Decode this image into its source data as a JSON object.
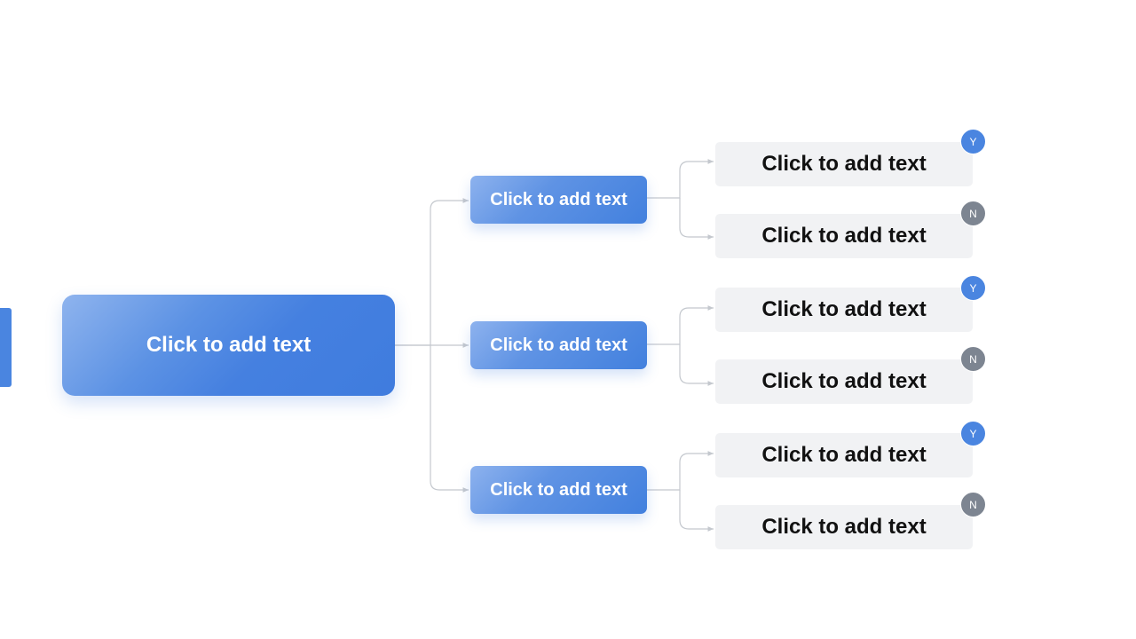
{
  "diagram": {
    "root": {
      "label": "Click to add text"
    },
    "branches": [
      {
        "label": "Click to add text",
        "leaves": [
          {
            "label": "Click to add text",
            "badge": "Y"
          },
          {
            "label": "Click to add text",
            "badge": "N"
          }
        ]
      },
      {
        "label": "Click to add text",
        "leaves": [
          {
            "label": "Click to add text",
            "badge": "Y"
          },
          {
            "label": "Click to add text",
            "badge": "N"
          }
        ]
      },
      {
        "label": "Click to add text",
        "leaves": [
          {
            "label": "Click to add text",
            "badge": "Y"
          },
          {
            "label": "Click to add text",
            "badge": "N"
          }
        ]
      }
    ]
  },
  "colors": {
    "accent": "#4a85e0",
    "badge_yes": "#4a85e0",
    "badge_no": "#7d8591",
    "leaf_fill": "#f1f2f4",
    "connector": "#c4c8ce"
  }
}
